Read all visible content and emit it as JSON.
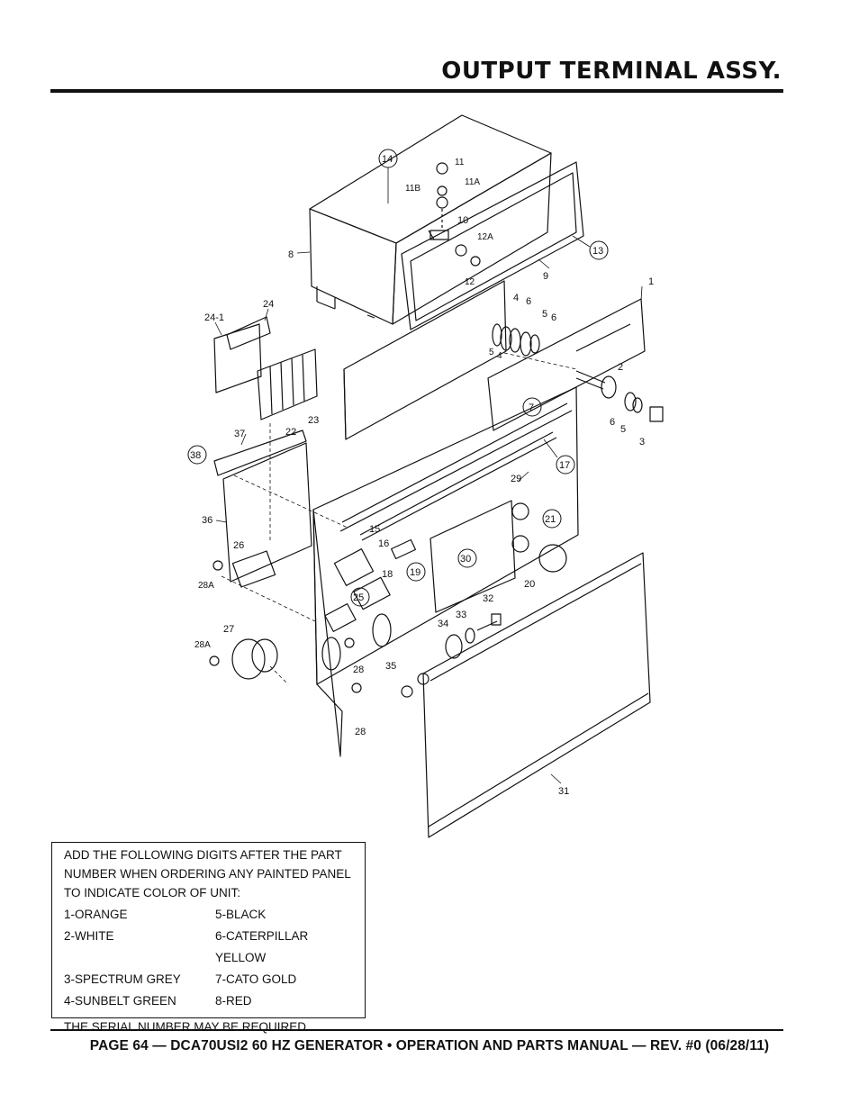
{
  "header": {
    "title": "OUTPUT TERMINAL ASSY."
  },
  "diagram": {
    "callouts": {
      "c1": "1",
      "c2": "2",
      "c3": "3",
      "c4a": "4",
      "c4b": "4",
      "c5a": "5",
      "c5b": "5",
      "c5c": "5",
      "c6a": "6",
      "c6b": "6",
      "c6c": "6",
      "c7": "7",
      "c8": "8",
      "c9": "9",
      "c10": "10",
      "c11": "11",
      "c11a": "11A",
      "c11b": "11B",
      "c12": "12",
      "c12a": "12A",
      "c13": "13",
      "c14": "14",
      "c15": "15",
      "c16": "16",
      "c17": "17",
      "c18": "18",
      "c19": "19",
      "c20": "20",
      "c21": "21",
      "c22": "22",
      "c23": "23",
      "c24": "24",
      "c241": "24-1",
      "c25": "25",
      "c26": "26",
      "c27": "27",
      "c28a": "28",
      "c28b": "28",
      "c28A1": "28A",
      "c28A2": "28A",
      "c29": "29",
      "c30": "30",
      "c31": "31",
      "c32": "32",
      "c33": "33",
      "c34": "34",
      "c35": "35",
      "c36": "36",
      "c37": "37",
      "c38": "38"
    }
  },
  "note": {
    "intro": "ADD THE FOLLOWING DIGITS AFTER THE PART NUMBER WHEN ORDERING ANY PAINTED PANEL TO INDICATE COLOR OF UNIT:",
    "colors": [
      "1-ORANGE",
      "5-BLACK",
      "2-WHITE",
      "6-CATERPILLAR YELLOW",
      "3-SPECTRUM GREY",
      "7-CATO GOLD",
      "4-SUNBELT GREEN",
      "8-RED"
    ],
    "serial": "THE SERIAL NUMBER MAY BE REQUIRED."
  },
  "footer": {
    "text": "PAGE 64 — DCA70USI2 60 HZ GENERATOR • OPERATION AND PARTS MANUAL — REV. #0 (06/28/11)"
  }
}
